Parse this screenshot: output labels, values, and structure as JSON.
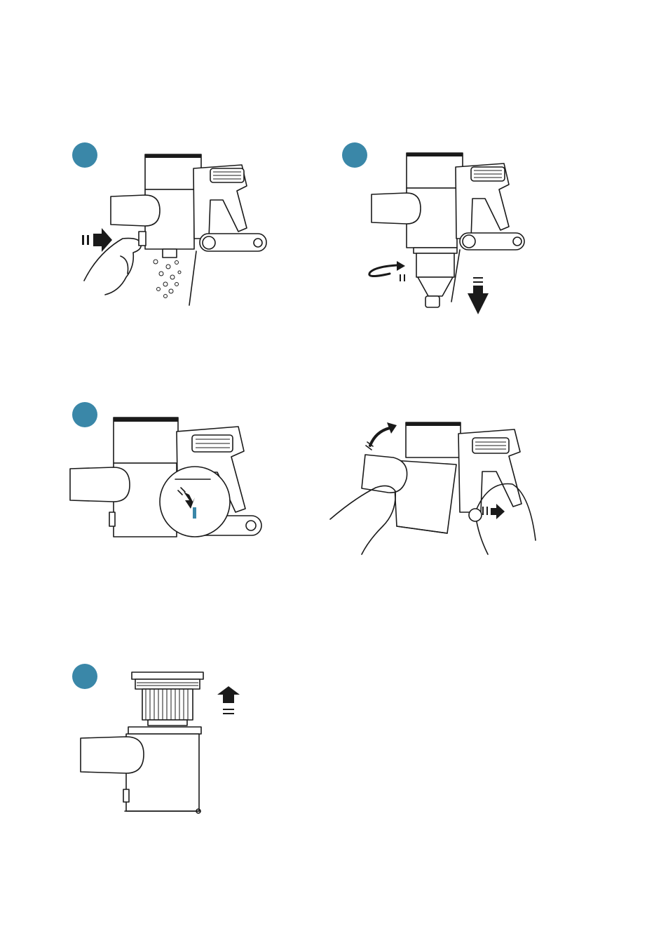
{
  "colors": {
    "badge": "#3a87a8",
    "line": "#1a1a1a",
    "background": "#ffffff"
  },
  "steps": [
    {
      "id": 1,
      "badge": "",
      "illustration": "empty-dust-bin"
    },
    {
      "id": 2,
      "badge": "",
      "illustration": "twist-remove-cyclone"
    },
    {
      "id": 3,
      "badge": "",
      "illustration": "press-release-latch"
    },
    {
      "id": 4,
      "badge": null,
      "illustration": "detach-dust-cup"
    },
    {
      "id": 5,
      "badge": "",
      "illustration": "lift-out-filter"
    }
  ],
  "icons": [
    "push-arrow-icon",
    "twist-arrow-icon",
    "down-arrow-icon",
    "up-arrow-icon",
    "curved-arrow-icon"
  ]
}
